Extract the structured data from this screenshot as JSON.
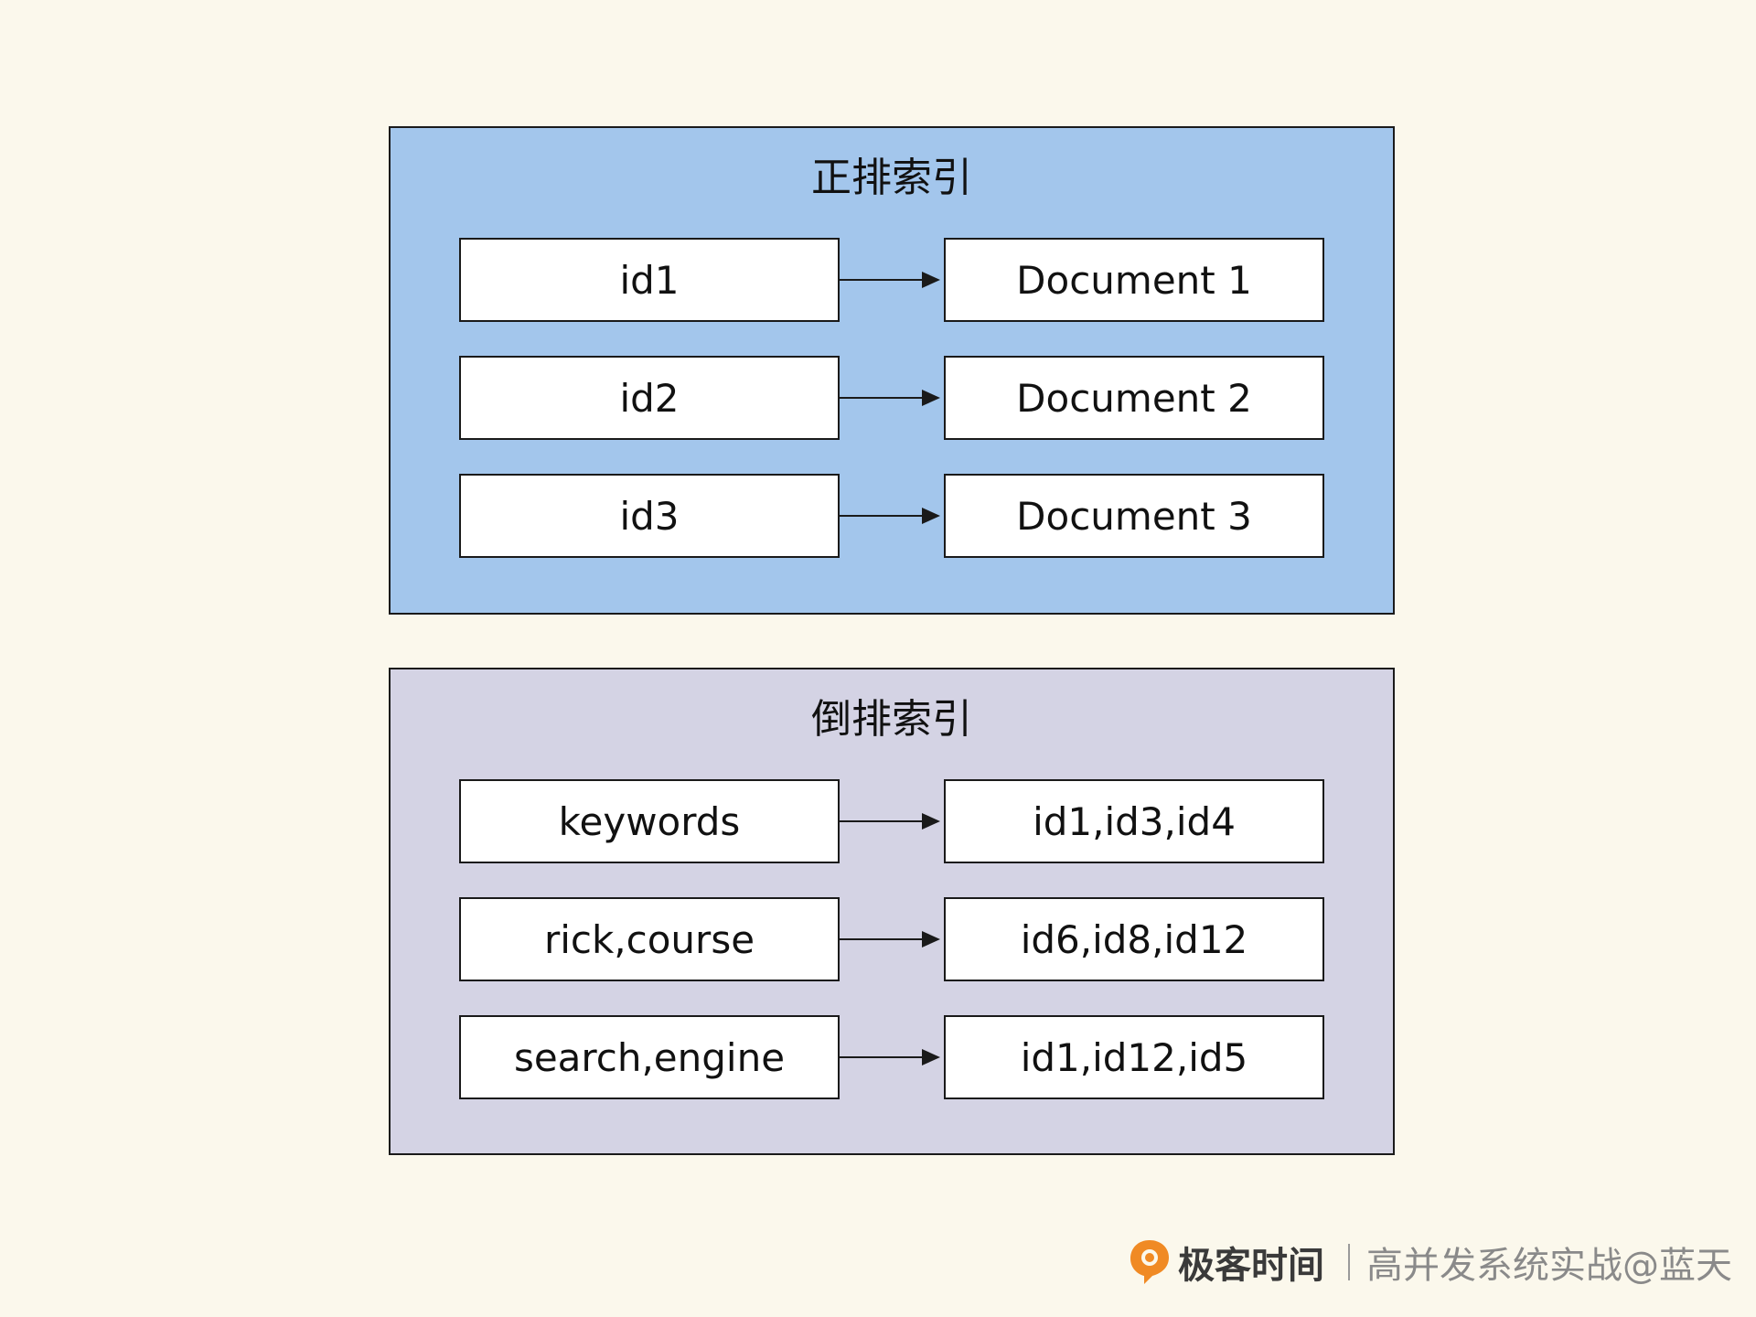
{
  "forward_index": {
    "title": "正排索引",
    "rows": [
      {
        "key": "id1",
        "value": "Document 1"
      },
      {
        "key": "id2",
        "value": "Document 2"
      },
      {
        "key": "id3",
        "value": "Document 3"
      }
    ]
  },
  "inverted_index": {
    "title": "倒排索引",
    "rows": [
      {
        "key": "keywords",
        "value": "id1,id3,id4"
      },
      {
        "key": "rick,course",
        "value": "id6,id8,id12"
      },
      {
        "key": "search,engine",
        "value": "id1,id12,id5"
      }
    ]
  },
  "footer": {
    "brand": "极客时间",
    "course": "高并发系统实战@蓝天"
  },
  "colors": {
    "background": "#fbf8ec",
    "forward_panel": "#a3c6ec",
    "inverted_panel": "#d4d3e4",
    "logo_orange": "#f08a24"
  }
}
